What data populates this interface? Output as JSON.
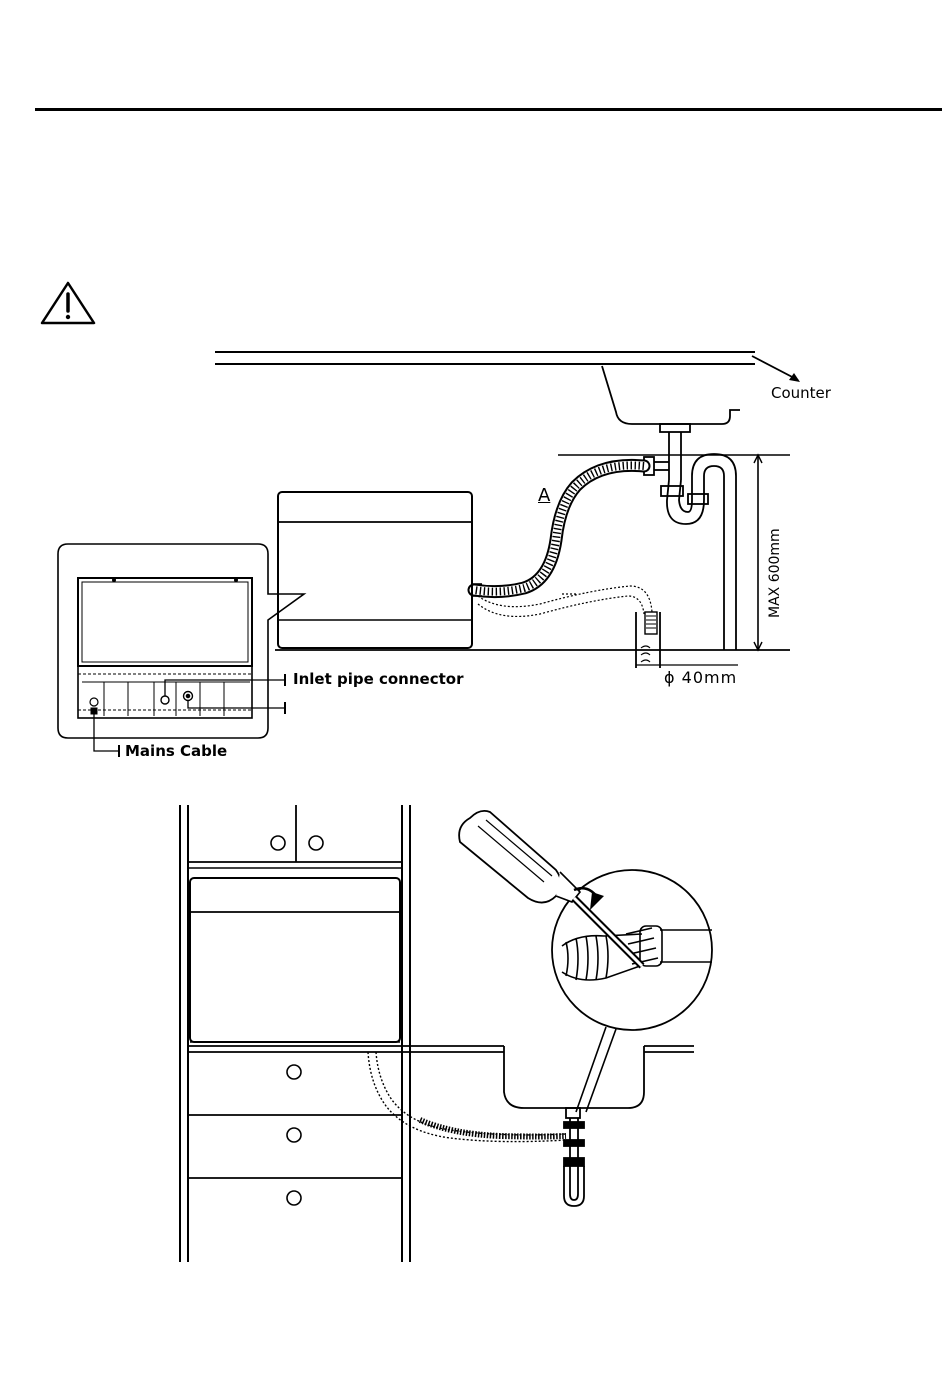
{
  "labels": {
    "counter": "Counter",
    "hose_marker": "A",
    "max_height": "MAX 600mm",
    "diameter": "ϕ 40mm",
    "inlet_pipe": "Inlet pipe connector",
    "mains_cable": "Mains Cable"
  },
  "icons": {
    "warning": "warning-triangle-icon"
  }
}
